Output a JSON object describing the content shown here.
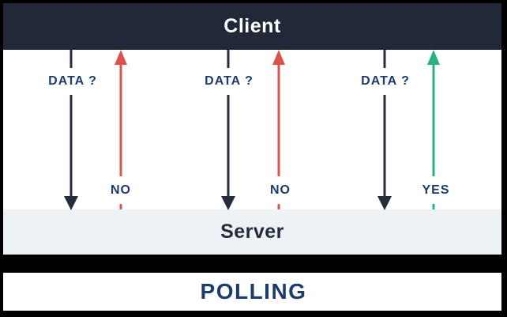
{
  "diagram": {
    "title": "POLLING",
    "client_label": "Client",
    "server_label": "Server",
    "exchanges": [
      {
        "request": "DATA ?",
        "response": "NO"
      },
      {
        "request": "DATA ?",
        "response": "NO"
      },
      {
        "request": "DATA ?",
        "response": "YES"
      }
    ],
    "colors": {
      "client_bar": "#212838",
      "server_bar": "#edf2f5",
      "request_arrow": "#252c3e",
      "no_arrow": "#d9544a",
      "yes_arrow": "#2ab183",
      "label_text": "#1d3c69",
      "title_text": "#1e3c6b",
      "frame": "#000000"
    }
  }
}
